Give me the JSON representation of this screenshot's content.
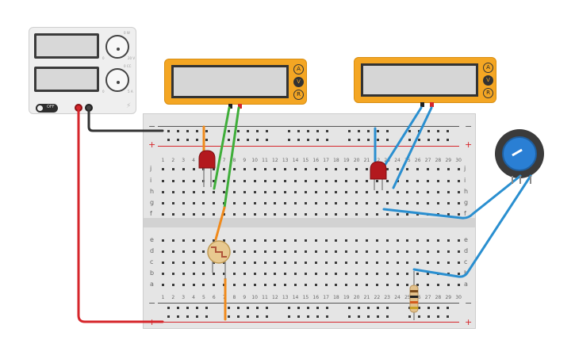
{
  "power_supply": {
    "switch_label": "OFF",
    "icon": "lightning-icon",
    "knob_top_labels": [
      "0 W",
      "20 V",
      "0",
      "0 W"
    ],
    "knob_bottom_labels": [
      "0 CC",
      "5 A",
      "0"
    ]
  },
  "multimeters": [
    {
      "buttons": [
        "A",
        "V",
        "R"
      ],
      "active": "V"
    },
    {
      "buttons": [
        "A",
        "V",
        "R"
      ],
      "active": "V"
    }
  ],
  "breadboard": {
    "rail_signs": [
      "−",
      "+",
      "−",
      "+",
      "−",
      "+",
      "−",
      "+"
    ],
    "column_numbers": [
      "1",
      "2",
      "3",
      "4",
      "5",
      "6",
      "7",
      "8",
      "9",
      "10",
      "11",
      "12",
      "13",
      "14",
      "15",
      "16",
      "17",
      "18",
      "19",
      "20",
      "21",
      "22",
      "23",
      "24",
      "25",
      "26",
      "27",
      "28",
      "29",
      "30"
    ],
    "top_rows": [
      "j",
      "i",
      "h",
      "g",
      "f"
    ],
    "bottom_rows": [
      "e",
      "d",
      "c",
      "b",
      "a"
    ]
  },
  "colors": {
    "wire_red": "#d6262b",
    "wire_black": "#333333",
    "wire_green": "#3fae3a",
    "wire_orange": "#f08a1c",
    "wire_blue": "#2a8fd0",
    "meter_body": "#f4a623",
    "rail_red": "#d6262b",
    "pot_blue": "#2a7fd4"
  }
}
